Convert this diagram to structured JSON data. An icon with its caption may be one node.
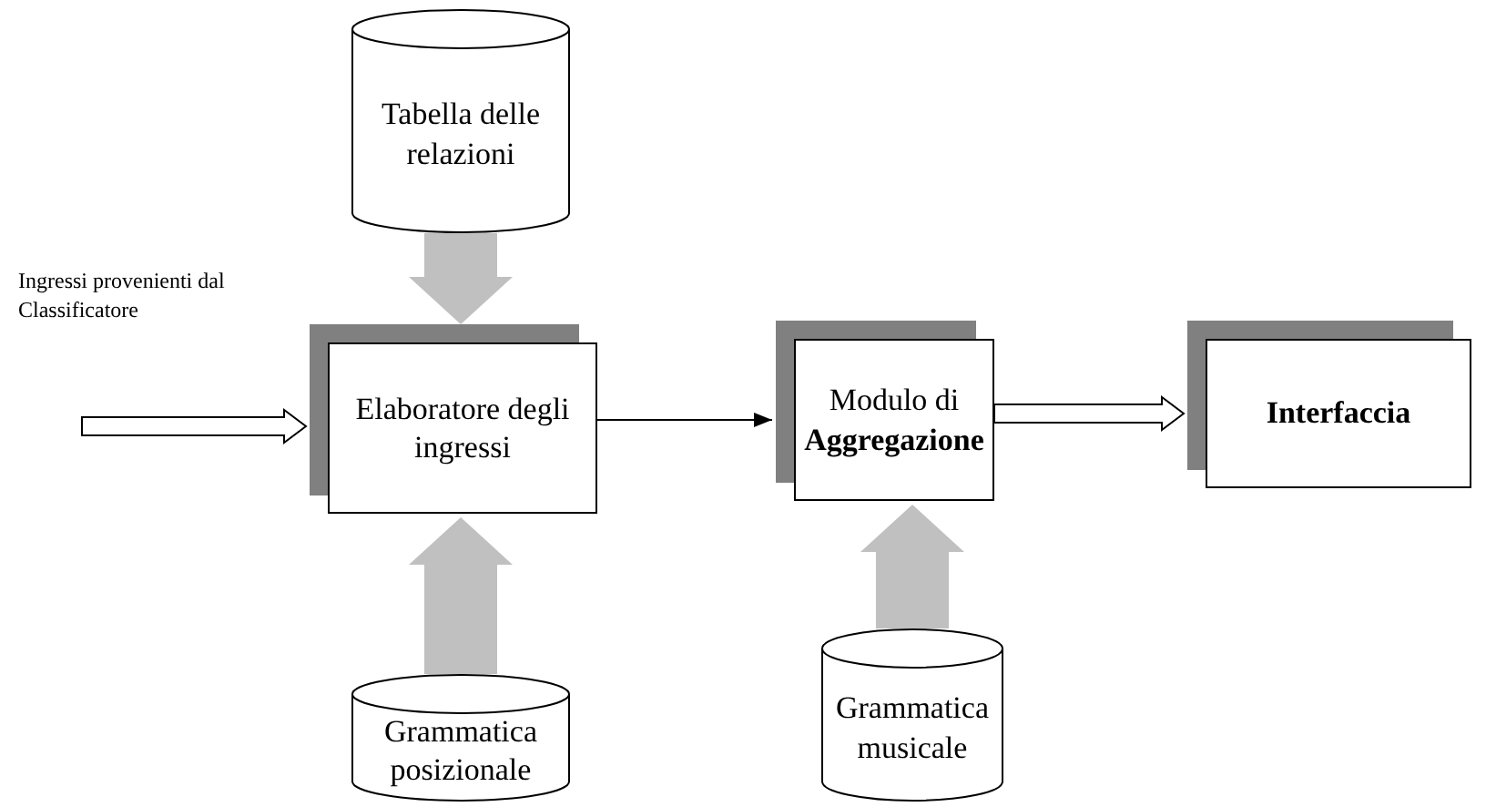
{
  "diagram": {
    "nodes": [
      {
        "text": [
          "Tabella delle relazioni"
        ]
      },
      {
        "text": [
          "Elaboratore degli ingressi"
        ]
      },
      {
        "text": [
          "Modulo di **Aggregazione**"
        ]
      },
      {
        "text": [
          "Interfaccia"
        ]
      },
      {
        "text": [
          "Grammatica posizionale"
        ]
      },
      {
        "text": [
          "Grammatica musicale"
        ]
      }
    ],
    "edges": [
      {
        "from": 0,
        "to": 1,
        "arrow": "to",
        "style": "thick",
        "color": "#c0c0c0"
      },
      {
        "from": null,
        "to": 1,
        "arrow": "to",
        "style": "thick",
        "label": "Ingressi provenienti dal Classificatore"
      },
      {
        "from": 1,
        "to": 2,
        "arrow": "to"
      },
      {
        "from": 2,
        "to": 3,
        "arrow": "to",
        "style": "thick"
      },
      {
        "from": 4,
        "to": 1,
        "arrow": "to",
        "style": "thick",
        "color": "#c0c0c0"
      },
      {
        "from": 5,
        "to": 2,
        "arrow": "to",
        "style": "thick",
        "color": "#c0c0c0"
      }
    ]
  }
}
